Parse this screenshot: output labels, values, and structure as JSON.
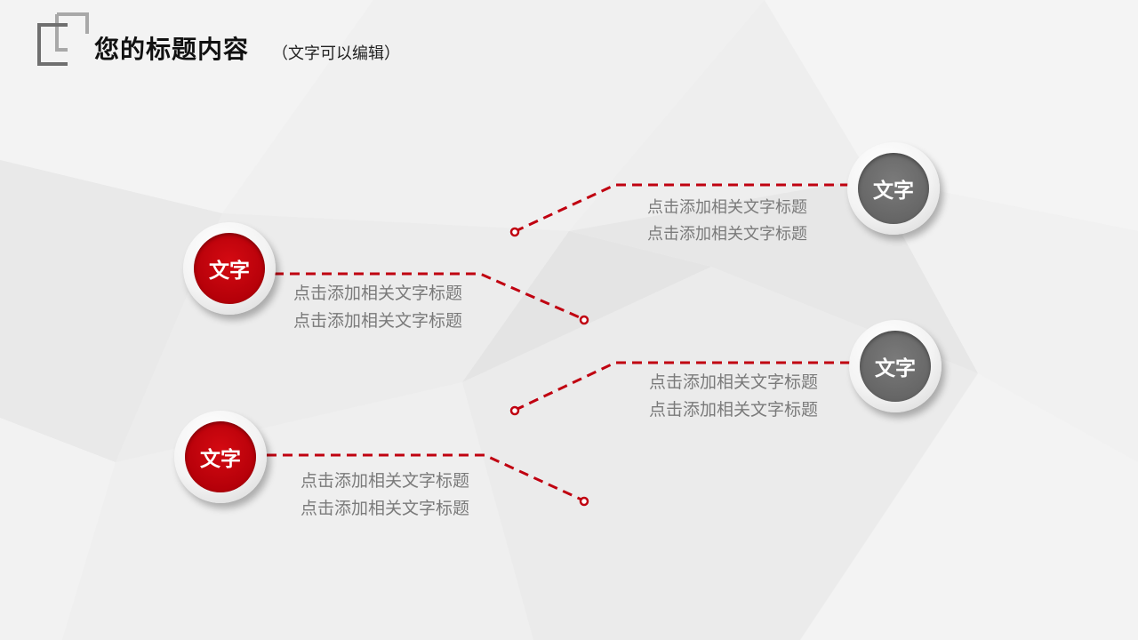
{
  "header": {
    "title": "您的标题内容",
    "subtitle": "（文字可以编辑）",
    "logo_icon": "bracket-frame-icon"
  },
  "colors": {
    "accent_red": "#c00010",
    "accent_gray": "#6b6b6b",
    "dash_line": "#c00010",
    "body_text": "#7a7a7a"
  },
  "items": [
    {
      "badge": "文字",
      "style": "red",
      "line1": "点击添加相关文字标题",
      "line2": "点击添加相关文字标题"
    },
    {
      "badge": "文字",
      "style": "red",
      "line1": "点击添加相关文字标题",
      "line2": "点击添加相关文字标题"
    },
    {
      "badge": "文字",
      "style": "gray",
      "line1": "点击添加相关文字标题",
      "line2": "点击添加相关文字标题"
    },
    {
      "badge": "文字",
      "style": "gray",
      "line1": "点击添加相关文字标题",
      "line2": "点击添加相关文字标题"
    }
  ]
}
